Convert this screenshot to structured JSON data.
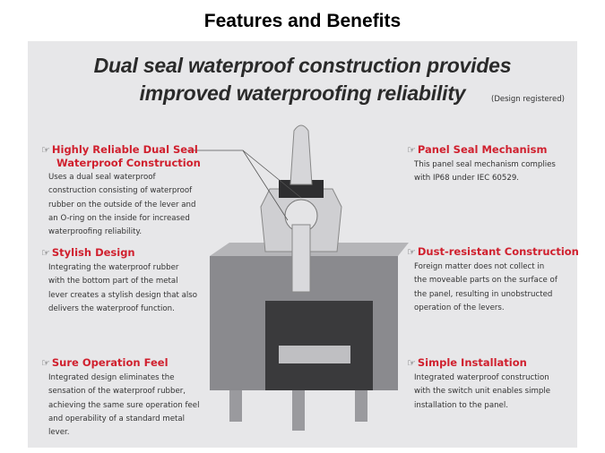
{
  "slide_title": "Features and Benefits",
  "headline": [
    "Dual seal waterproof construction provides",
    "improved waterproofing reliability"
  ],
  "design_registered": "(Design registered)",
  "features": [
    {
      "title": [
        "Highly Reliable Dual Seal",
        "Waterproof Construction"
      ],
      "lines": [
        "Uses a dual seal waterproof",
        "construction consisting of waterproof",
        "rubber on the outside of the lever and",
        "an O-ring on the inside for increased",
        "waterproofing reliability."
      ]
    },
    {
      "title": [
        "Stylish Design"
      ],
      "lines": [
        "Integrating the waterproof rubber",
        "with the bottom part of the metal",
        "lever creates a stylish design that also",
        "delivers the waterproof function."
      ]
    },
    {
      "title": [
        "Sure Operation Feel"
      ],
      "lines": [
        "Integrated design eliminates the",
        "sensation of the waterproof rubber,",
        "achieving the same sure operation feel",
        "and operability of a standard metal",
        "lever."
      ]
    },
    {
      "title": [
        "Panel Seal Mechanism"
      ],
      "lines": [
        "This panel seal mechanism complies",
        "with IP68 under IEC 60529."
      ]
    },
    {
      "title": [
        "Dust-resistant Construction"
      ],
      "lines": [
        "Foreign matter does not collect in",
        "the moveable parts on the surface of",
        "the panel, resulting in unobstructed",
        "operation of the levers."
      ]
    },
    {
      "title": [
        "Simple Installation"
      ],
      "lines": [
        "Integrated waterproof construction",
        "with the switch unit enables simple",
        "installation to the panel."
      ]
    }
  ],
  "colors": {
    "accent": "#d0202e",
    "panel_bg": "#e7e7e9"
  }
}
